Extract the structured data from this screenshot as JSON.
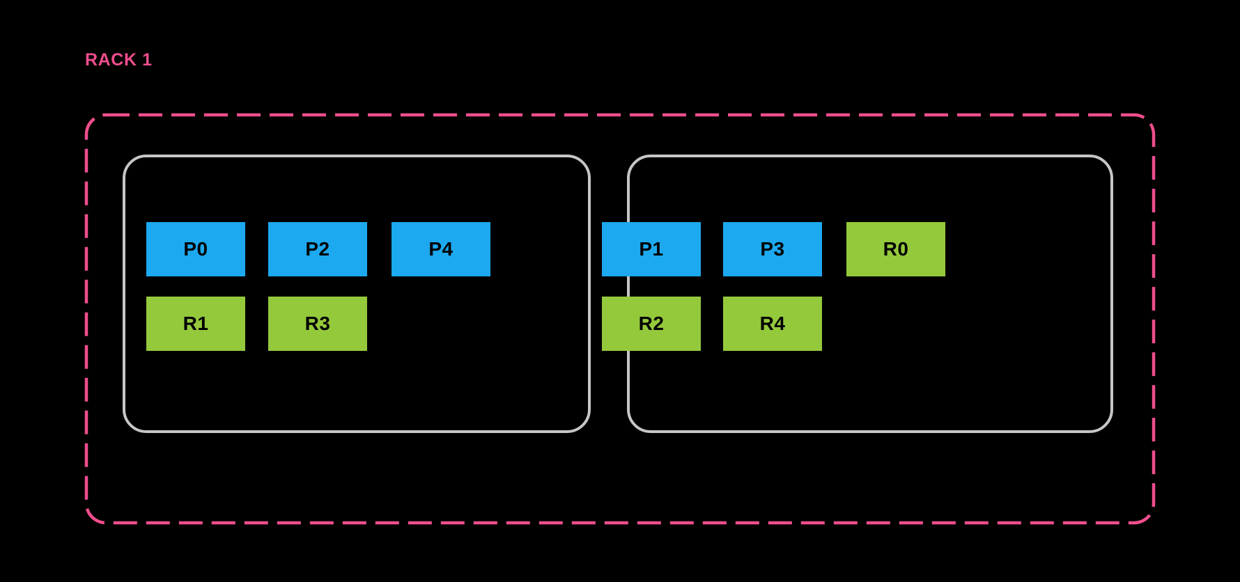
{
  "diagram": {
    "title": "RACK 1",
    "colors": {
      "background": "#000000",
      "rack_border": "#ef4e8e",
      "rack_label": "#ef4e8e",
      "node_border": "#c6c6c6",
      "primary_fill": "#1da9f0",
      "replica_fill": "#95c93c",
      "cell_text": "#000000"
    },
    "rack": {
      "label": "RACK 1",
      "border_style": "dashed",
      "nodes": [
        {
          "id": "node-0",
          "rows": [
            {
              "kind": "primary",
              "cells": [
                {
                  "label": "P0"
                },
                {
                  "label": "P2"
                },
                {
                  "label": "P4"
                }
              ]
            },
            {
              "kind": "replica",
              "cells": [
                {
                  "label": "R1"
                },
                {
                  "label": "R3"
                }
              ]
            }
          ]
        },
        {
          "id": "node-1",
          "rows": [
            {
              "kind": "mixed",
              "cells": [
                {
                  "label": "P1"
                },
                {
                  "label": "P3"
                },
                {
                  "label": "R0"
                }
              ]
            },
            {
              "kind": "replica",
              "cells": [
                {
                  "label": "R2"
                },
                {
                  "label": "R4"
                }
              ]
            }
          ]
        }
      ]
    }
  }
}
